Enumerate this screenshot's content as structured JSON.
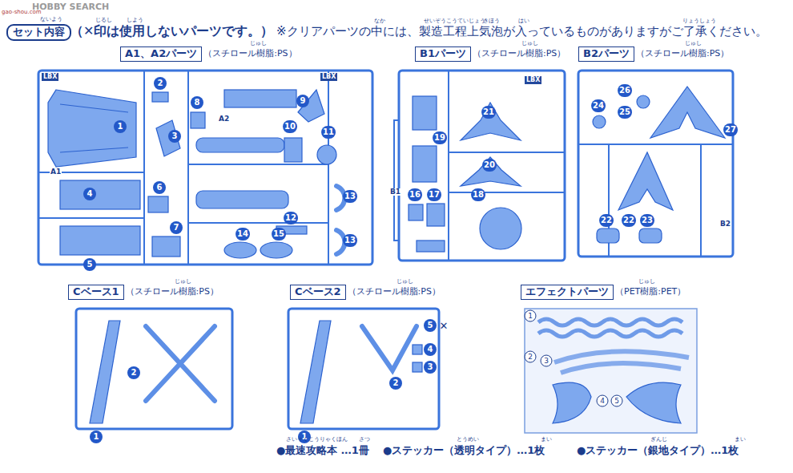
{
  "diagram": {
    "nodes": [
      {
        "text": [
          "セット内容"
        ]
      },
      {
        "text": [
          "A1、A2パーツ",
          "（スチロール樹脂:PS）"
        ]
      },
      {
        "text": [
          "B1パーツ",
          "（スチロール樹脂:PS）"
        ]
      },
      {
        "text": [
          "B2パーツ",
          "（スチロール樹脂:PS）"
        ]
      },
      {
        "text": [
          "Cベース1",
          "（スチロール樹脂:PS）"
        ]
      },
      {
        "text": [
          "Cベース2",
          "（スチロール樹脂:PS）"
        ]
      },
      {
        "text": [
          "エフェクトパーツ",
          "（PET樹脂:PET）"
        ]
      }
    ],
    "labels": [
      "HOBBY SEARCH",
      "gao-shou.com",
      "ないよう",
      "（✕印は使用しないパーツです。）",
      "じるし",
      "しよう",
      "※クリアパーツの中には、製造工程上気泡が入っているものがありますがご了承ください。",
      "なか",
      "せいぞうこうていじょう",
      "きほう",
      "はい",
      "りょうしょう",
      "じゅし",
      "LBX",
      "LBX",
      "A1",
      "A2",
      "1",
      "2",
      "3",
      "4",
      "5",
      "6",
      "7",
      "8",
      "9",
      "10",
      "11",
      "12",
      "13",
      "13",
      "14",
      "15",
      "じゅし",
      "LBX",
      "B1",
      "16",
      "17",
      "18",
      "19",
      "20",
      "21",
      "じゅし",
      "B2",
      "24",
      "26",
      "25",
      "27",
      "23",
      "22",
      "22",
      "じゅし",
      "2",
      "1",
      "じゅし",
      "5",
      "✕",
      "4",
      "3",
      "2",
      "1",
      "じゅし",
      "1",
      "2",
      "3",
      "4",
      "5",
      "●最速攻略本 …1冊",
      "さいそくこうりゃくほん",
      "さつ",
      "●ステッカー（透明タイプ）…1枚",
      "とうめい",
      "まい",
      "●ステッカー（銀地タイプ）…1枚",
      "ぎんじ",
      "まい"
    ]
  }
}
